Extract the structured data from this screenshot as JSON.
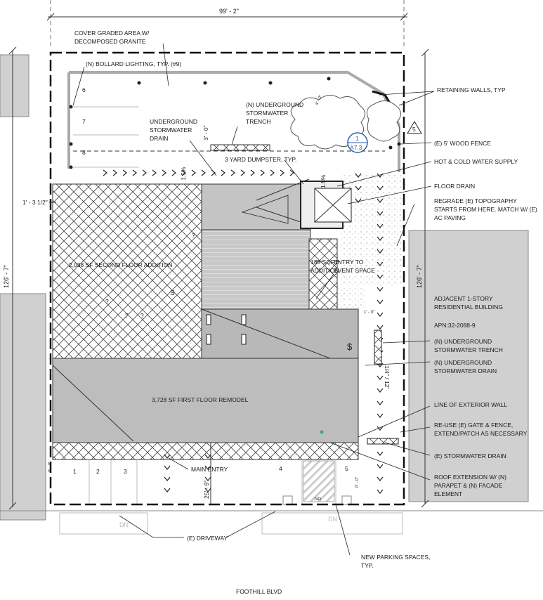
{
  "dimensions": {
    "width_top": "99' - 2\"",
    "height_left": "126' - 7\"",
    "height_right": "126' - 7\"",
    "setback_left": "1' - 3 1/2\"",
    "front_setback": "25' - 9\"",
    "rear_dim": "3' - 0\"",
    "slope_a": "1.5%",
    "slope_b": "1.5%",
    "slope_c": "1/4\" / 12'",
    "small_dim_1": "0' - 0\"",
    "small_dim_2": "0' - 0\"",
    "small_dim_3": "1' - 0\"",
    "small_dim_4": "3' - 0\"",
    "angle_dim": "4' - 0\""
  },
  "labels": {
    "decomposed_granite": [
      "COVER GRADED AREA W/",
      "DECOMPOSED GRANITE"
    ],
    "bollard": "(N) BOLLARD LIGHTING, TYP. (#9)",
    "stormwater_trench_top": [
      "(N) UNDERGROUND",
      "STORMWATER",
      "TRENCH"
    ],
    "stormwater_drain_top": [
      "UNDERGROUND",
      "STORMWATER",
      "DRAIN"
    ],
    "dumpster": "3 YARD DUMPSTER, TYP.",
    "retaining_walls": "RETAINING WALLS, TYP",
    "wood_fence": "(E) 5' WOOD FENCE",
    "water_supply": "HOT & COLD WATER SUPPLY",
    "floor_drain": "FLOOR DRAIN",
    "regrade": [
      "REGRADE (E) TOPOGRAPHY",
      "STARTS FROM HERE. MATCH W/ (E)",
      "AC PAVING"
    ],
    "second_floor": "2,038 SF SECOND FLOOR ADDITION",
    "addition_185": [
      "185 SQFT",
      "ADDITION"
    ],
    "entry_event": [
      "ENTRY TO",
      "EVENT SPACE"
    ],
    "adjacent": [
      "ADJACENT 1-STORY",
      "RESIDENTIAL BUILDING"
    ],
    "apn": "APN:32-2088-9",
    "trench_right": [
      "(N) UNDERGROUND",
      "STORMWATER TRENCH"
    ],
    "drain_right": [
      "(N) UNDERGROUND",
      "STORMWATER DRAIN"
    ],
    "first_floor": "3,728 SF FIRST FLOOR REMODEL",
    "exterior_wall": "LINE OF EXTERIOR WALL",
    "reuse_gate": [
      "RE-USE (E) GATE & FENCE,",
      "EXTEND/PATCH AS NECESSARY"
    ],
    "e_stormwater_drain": "(E) STORMWATER DRAIN",
    "main_entry": "MAIN ENTRY",
    "roof_extension": [
      "ROOF EXTENSION W/ (N)",
      "PARAPET & (N) FACADE",
      "ELEMENT"
    ],
    "driveway": "(E) DRIVEWAY",
    "new_parking": [
      "NEW PARKING SPACES,",
      "TYP."
    ],
    "street": "FOOTHILL BLVD",
    "dn_left": "DN",
    "dn_right": "DN",
    "detail_num": "1",
    "detail_sheet": "A7.3",
    "tag_5": "5",
    "parking_no": "NO",
    "dollar": "$",
    "s_mark": "S",
    "q1": "?",
    "q2": "?",
    "q3": "?",
    "q4": "?"
  },
  "rear_parking": [
    "6",
    "7",
    "8"
  ],
  "front_parking": [
    "1",
    "2",
    "3",
    "4",
    "5"
  ]
}
